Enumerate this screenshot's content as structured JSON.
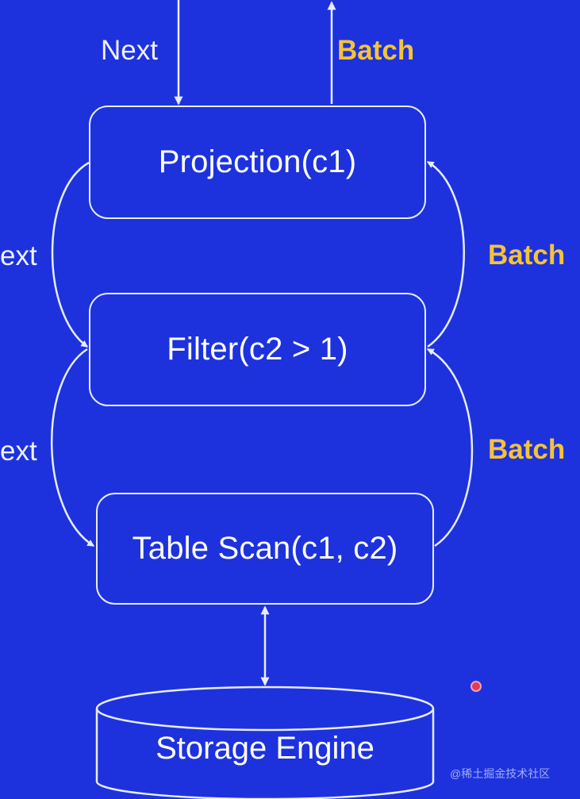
{
  "colors": {
    "background": "#1d32dd",
    "line": "#e8ecff",
    "next_label": "#eef1ff",
    "batch_label": "#f5c336"
  },
  "nodes": {
    "projection": "Projection(c1)",
    "filter": "Filter(c2 > 1)",
    "table_scan": "Table Scan(c1, c2)",
    "storage": "Storage Engine"
  },
  "labels": {
    "top_next": "Next",
    "top_batch": "Batch",
    "left_next_upper": "ext",
    "left_next_lower": "ext",
    "right_batch_upper": "Batch",
    "right_batch_lower": "Batch"
  },
  "watermark": "@稀土掘金技术社区"
}
